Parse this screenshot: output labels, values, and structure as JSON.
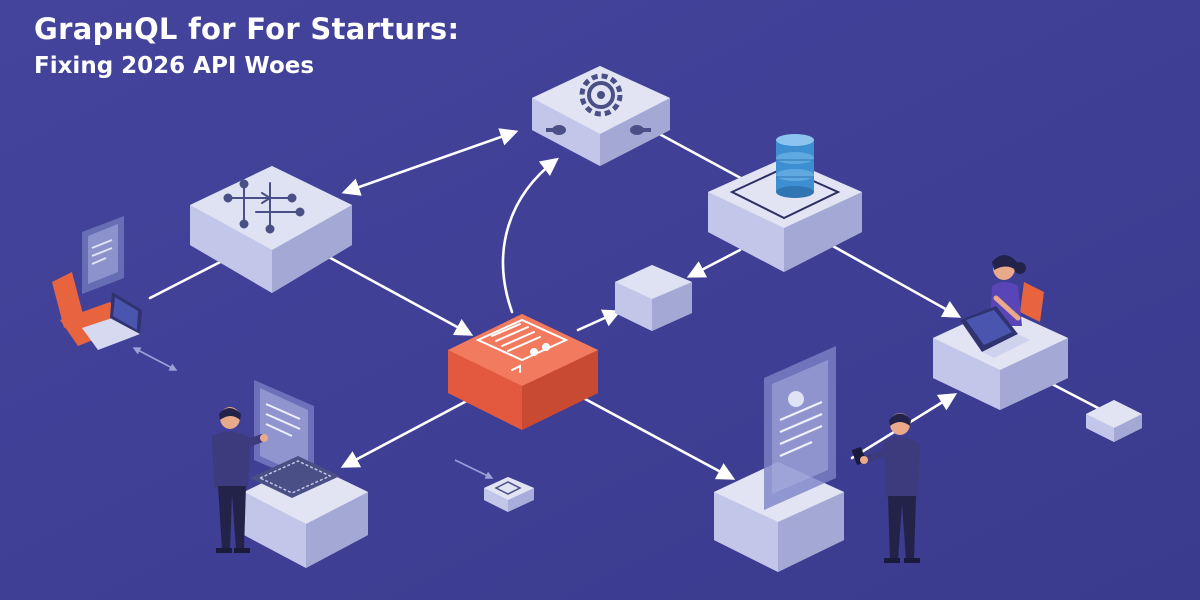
{
  "title": {
    "line1": "GrapʜQL for For Starturs:",
    "line2": "Fixing 2026 API Woes"
  },
  "colors": {
    "background": "#3f3f96",
    "background_dark": "#35358a",
    "text": "#ffffff",
    "box_top": "#dcdff0",
    "box_side_left": "#b9bde0",
    "box_side_right": "#a5aad4",
    "icon_line": "#4a4f86",
    "hub_top": "#f27a5e",
    "hub_side_left": "#e2593f",
    "hub_side_right": "#c94a33",
    "arrow": "#ffffff",
    "db_blue": "#3d8fd1",
    "chair_orange": "#e8643f",
    "person_dark": "#23234a",
    "person_shirt": "#3b3b7e",
    "skin": "#e9a98a"
  },
  "nodes": [
    {
      "id": "schema-node",
      "icon": "circuit-icon"
    },
    {
      "id": "gear-service-node",
      "icon": "gear-icon"
    },
    {
      "id": "database-node",
      "icon": "database-icon"
    },
    {
      "id": "graphql-hub-node",
      "icon": "api-panel-icon"
    },
    {
      "id": "small-cube-node",
      "icon": "cube-icon"
    },
    {
      "id": "laptop-client-node",
      "icon": "laptop-icon"
    },
    {
      "id": "developer-workstation-node",
      "icon": "person-laptop-icon"
    },
    {
      "id": "screen-terminal-node",
      "icon": "screen-icon"
    },
    {
      "id": "mobile-document-node",
      "icon": "document-icon"
    },
    {
      "id": "endpoint-small-node",
      "icon": "cube-icon"
    },
    {
      "id": "tiny-chip-node",
      "icon": "chip-icon"
    }
  ]
}
